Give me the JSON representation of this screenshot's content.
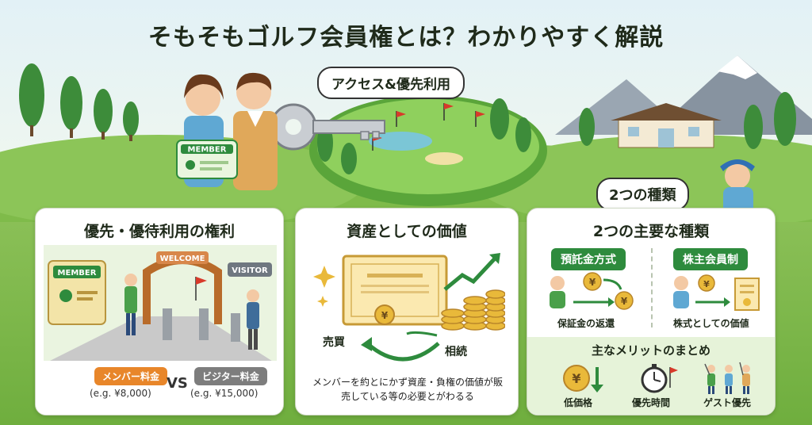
{
  "title": "そもそもゴルフ会員権とは？わかりやすく解説",
  "bubbles": {
    "access": "アクセス&優先利用",
    "types": "2つの種類"
  },
  "illustration": {
    "member_card": "MEMBER"
  },
  "cards": {
    "rights": {
      "title": "優先・優待利用の権利",
      "member_sign": "MEMBER",
      "gate_sign": "WELCOME",
      "visitor_sign": "VISITOR",
      "member_fee_label": "メンバー料金",
      "member_fee_value": "(e.g. ¥8,000)",
      "vs": "VS",
      "visitor_fee_label": "ビジター料金",
      "visitor_fee_value": "(e.g. ¥15,000)"
    },
    "asset": {
      "title": "資産としての価値",
      "buy_label": "売買",
      "inherit_label": "相続",
      "description": "メンバーを約とにかず資産・負権の価値が販売している等の必要とがわるる"
    },
    "types": {
      "title": "2つの主要な種類",
      "type1": "預託金方式",
      "type1_caption": "保証金の返還",
      "type2": "株主会員制",
      "type2_caption": "株式としての価値",
      "merits_title": "主なメリットのまとめ",
      "merit1": "低価格",
      "merit2": "優先時間",
      "merit3": "ゲスト優先"
    }
  },
  "colors": {
    "green": "#2e8b3d",
    "orange": "#e8862a",
    "gold": "#e9b93a",
    "sky": "#e2f1f6"
  }
}
